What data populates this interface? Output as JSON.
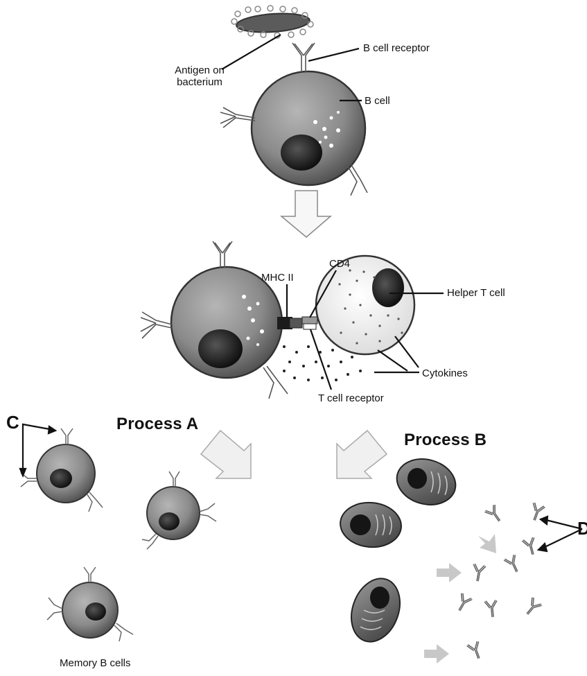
{
  "labels": {
    "antigen_on_bacterium": "Antigen on\nbacterium",
    "b_cell_receptor": "B cell receptor",
    "b_cell": "B cell",
    "cd4": "CD4",
    "mhc_ii": "MHC II",
    "helper_t_cell": "Helper T cell",
    "cytokines": "Cytokines",
    "t_cell_receptor": "T cell receptor",
    "process_a": "Process A",
    "process_b": "Process B",
    "c": "C",
    "d": "D",
    "memory_b_cells": "Memory B cells"
  },
  "colors": {
    "cell_fill": "#8c8c8c",
    "cell_dark": "#3a3a3a",
    "nucleus": "#1a1a1a",
    "t_cell_fill": "#efefef",
    "arrow_fill": "#f2f2f2",
    "line": "#111111"
  }
}
